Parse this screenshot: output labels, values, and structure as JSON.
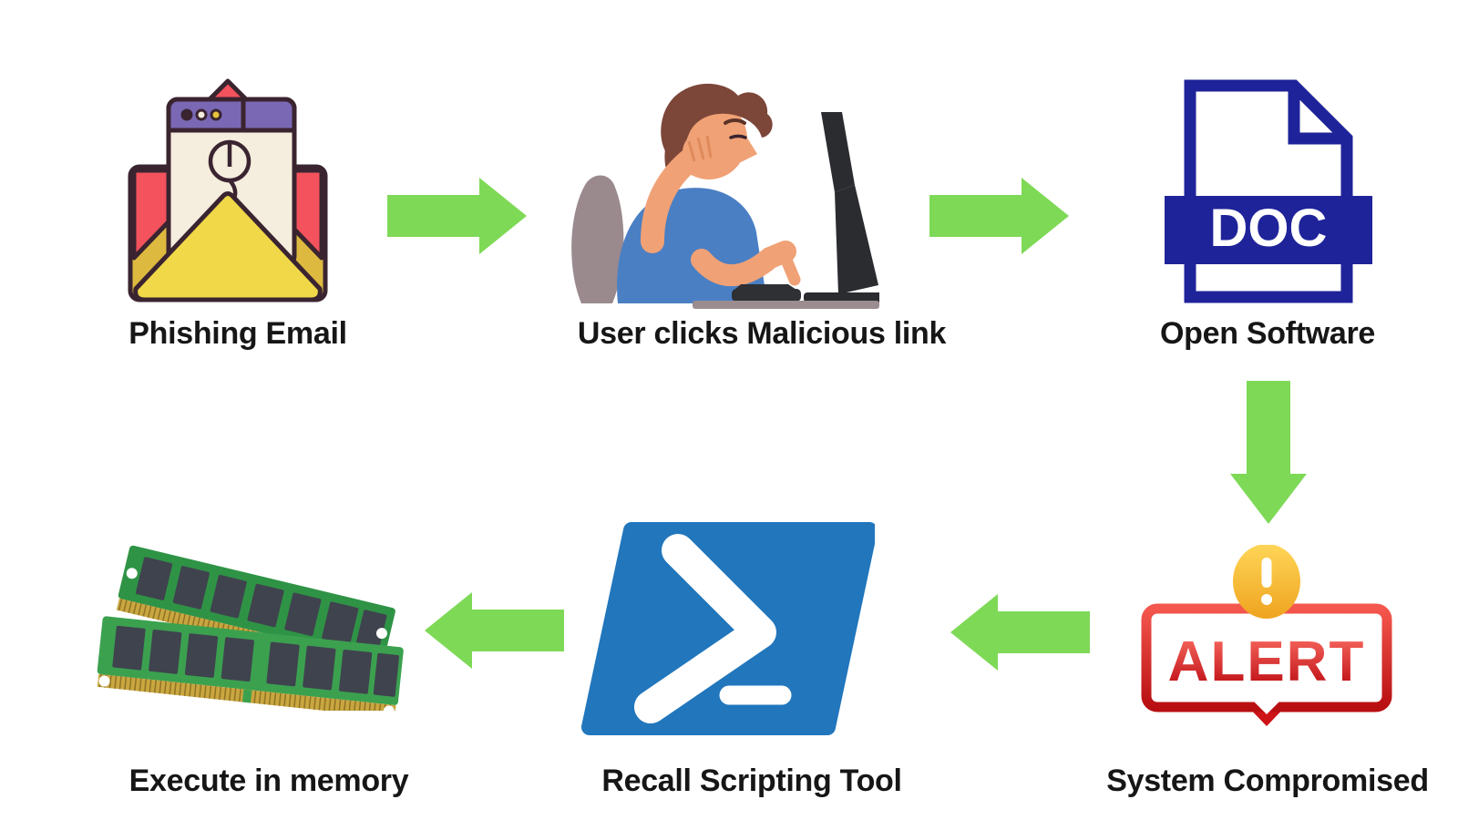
{
  "diagram": {
    "type": "flow-diagram",
    "topic": "Phishing attack chain",
    "background": "#ffffff",
    "colors": {
      "arrow": "#7ED957",
      "label": "#161616",
      "doc_blue": "#1F2399",
      "powershell_blue": "#2176BC",
      "alert_red": "#CE1317",
      "alert_yellow": "#F2A93B",
      "ram_green": "#3BA14F",
      "envelope_yellow": "#DDBA3F",
      "envelope_red": "#F4525C",
      "shirt_blue": "#4A7FC4"
    },
    "nodes": [
      {
        "id": "phishing-email",
        "label": "Phishing Email",
        "icon": "phishing-email-envelope-icon"
      },
      {
        "id": "user-clicks-malicious-link",
        "label": "User clicks Malicious link",
        "icon": "user-at-computer-icon"
      },
      {
        "id": "open-software",
        "label": "Open Software",
        "icon": "doc-file-icon",
        "icon_text": "DOC"
      },
      {
        "id": "system-compromised",
        "label": "System Compromised",
        "icon": "alert-badge-icon",
        "icon_text": "ALERT"
      },
      {
        "id": "recall-scripting-tool",
        "label": "Recall Scripting Tool",
        "icon": "powershell-icon"
      },
      {
        "id": "execute-in-memory",
        "label": "Execute in memory",
        "icon": "ram-modules-icon"
      }
    ],
    "edges": [
      {
        "from": "phishing-email",
        "to": "user-clicks-malicious-link",
        "direction": "right"
      },
      {
        "from": "user-clicks-malicious-link",
        "to": "open-software",
        "direction": "right"
      },
      {
        "from": "open-software",
        "to": "system-compromised",
        "direction": "down"
      },
      {
        "from": "system-compromised",
        "to": "recall-scripting-tool",
        "direction": "left"
      },
      {
        "from": "recall-scripting-tool",
        "to": "execute-in-memory",
        "direction": "left"
      }
    ]
  }
}
